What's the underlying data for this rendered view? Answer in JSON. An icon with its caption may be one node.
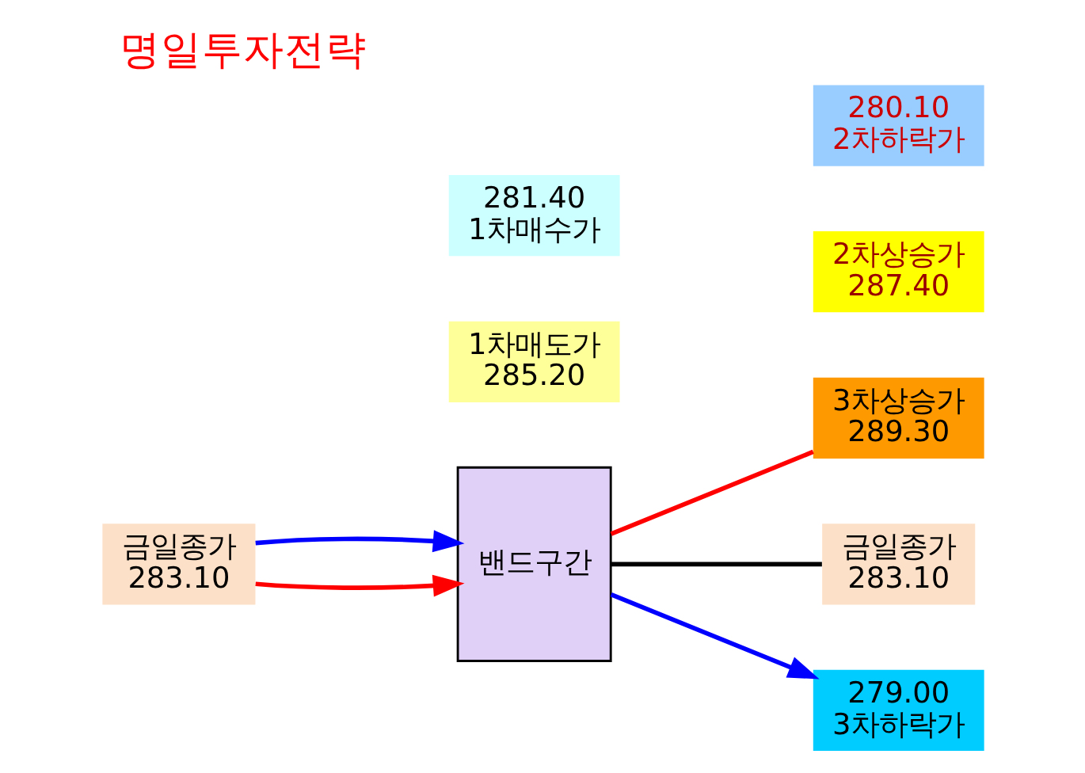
{
  "diagram": {
    "title": "명일투자전략",
    "nodes": [
      {
        "text": [
          "금일종가 283.10"
        ]
      },
      {
        "text": [
          "밴드구간"
        ]
      },
      {
        "text": [
          "1차매도가 285.20"
        ]
      },
      {
        "text": [
          "2차상승가 287.40"
        ]
      },
      {
        "text": [
          "3차상승가 289.30"
        ]
      },
      {
        "text": [
          "금일종가 283.10"
        ]
      },
      {
        "text": [
          "281.40 1차매수가"
        ]
      },
      {
        "text": [
          "280.10 2차하락가"
        ]
      },
      {
        "text": [
          "279.00 3차하락가"
        ]
      }
    ],
    "edges": [
      {
        "from": 0,
        "to": 1,
        "arrow": "to",
        "color": "#ff0000"
      },
      {
        "from": 1,
        "to": 4,
        "arrow": "none",
        "color": "#ff0000"
      },
      {
        "from": 0,
        "to": 1,
        "arrow": "to",
        "color": "#0000ff"
      },
      {
        "from": 1,
        "to": 8,
        "arrow": "to",
        "color": "#0000ff"
      },
      {
        "from": 1,
        "to": 5,
        "arrow": "none",
        "color": "#000000"
      }
    ]
  }
}
